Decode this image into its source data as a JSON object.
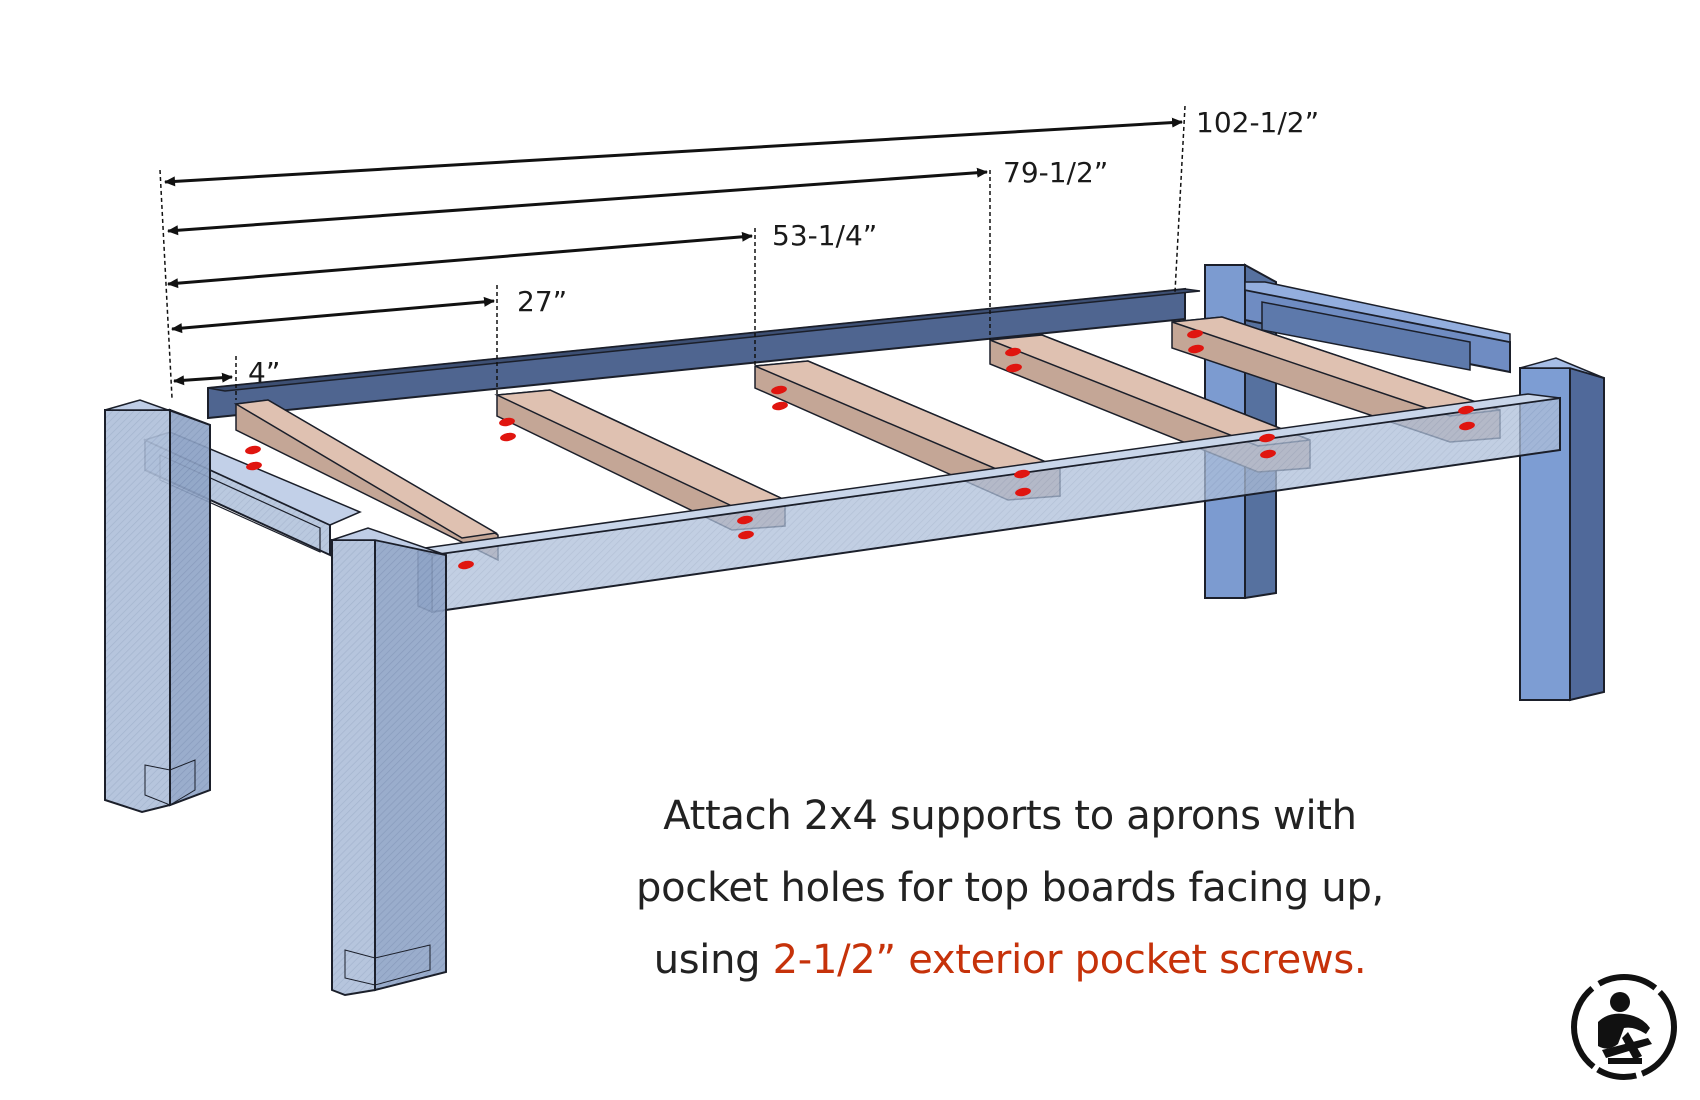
{
  "dimensions": {
    "d1": "102-1/2”",
    "d2": "79-1/2”",
    "d3": "53-1/4”",
    "d4": "27”",
    "d5": "4”"
  },
  "caption": {
    "line1": "Attach 2x4 supports to aprons with",
    "line2": "pocket holes for top boards facing up,",
    "line3_prefix": "using ",
    "line3_highlight": "2-1/2” exterior pocket screws."
  },
  "colors": {
    "leg_front": "#8eaad8",
    "leg_side": "#5a78ad",
    "apron": "#5b7096",
    "support": "#dfc1b1",
    "pocket_hole": "#e0150f",
    "highlight_text": "#c6320a"
  }
}
